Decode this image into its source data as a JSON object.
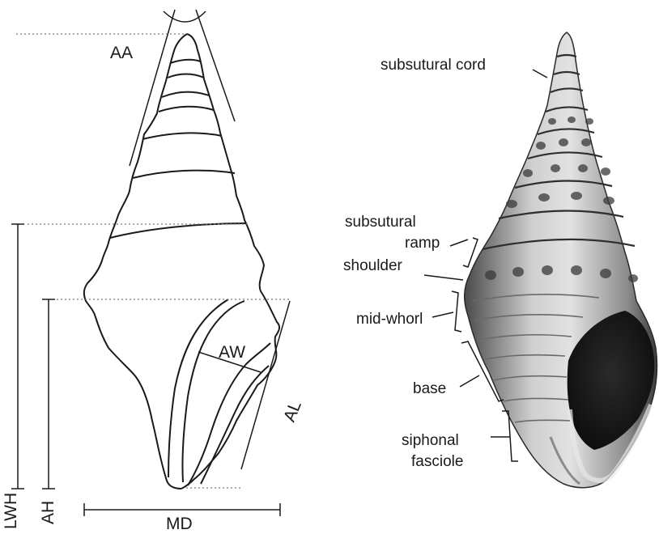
{
  "measurement_labels": {
    "aa": "AA",
    "aw": "AW",
    "al": "AL",
    "md": "MD",
    "lwh": "LWH",
    "ah": "AH"
  },
  "feature_labels": {
    "subsutural_cord": "subsutural cord",
    "subsutural": "subsutural",
    "ramp": "ramp",
    "shoulder": "shoulder",
    "mid_whorl": "mid-whorl",
    "base": "base",
    "siphonal": "siphonal",
    "fasciole": "fasciole"
  },
  "colors": {
    "line": "#1a1a1a",
    "dotted": "#7a7a7a",
    "shell_light": "#d8d8d8",
    "shell_dark": "#3a3a3a",
    "aperture": "#151515"
  }
}
